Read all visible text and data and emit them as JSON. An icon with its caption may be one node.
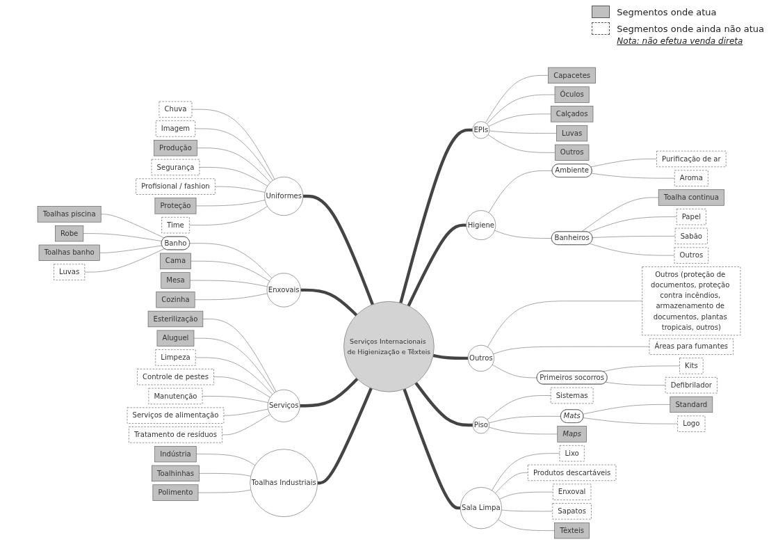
{
  "diagram": {
    "nodes": [
      {
        "text": [
          "Serviços Internacionais de Higienização e Têxteis"
        ]
      },
      {
        "text": [
          "Uniformes"
        ]
      },
      {
        "text": [
          "Enxovais"
        ]
      },
      {
        "text": [
          "EPIs"
        ]
      },
      {
        "text": [
          "Higiene"
        ]
      },
      {
        "text": [
          "Outros"
        ]
      },
      {
        "text": [
          "Piso"
        ]
      },
      {
        "text": [
          "Sala Limpa"
        ]
      },
      {
        "text": [
          "Serviços"
        ]
      },
      {
        "text": [
          "Toalhas Industriais"
        ]
      },
      {
        "text": [
          "Chuva"
        ]
      },
      {
        "text": [
          "Imagem"
        ]
      },
      {
        "text": [
          "Produção"
        ]
      },
      {
        "text": [
          "Segurança"
        ]
      },
      {
        "text": [
          "Profisional / fashion"
        ]
      },
      {
        "text": [
          "Proteção"
        ]
      },
      {
        "text": [
          "Time"
        ]
      },
      {
        "text": [
          "Banho"
        ]
      },
      {
        "text": [
          "Toalhas piscina"
        ]
      },
      {
        "text": [
          "Robe"
        ]
      },
      {
        "text": [
          "Toalhas banho"
        ]
      },
      {
        "text": [
          "Luvas"
        ]
      },
      {
        "text": [
          "Cama"
        ]
      },
      {
        "text": [
          "Mesa"
        ]
      },
      {
        "text": [
          "Cozinha"
        ]
      },
      {
        "text": [
          "Capacetes"
        ]
      },
      {
        "text": [
          "Óculos"
        ]
      },
      {
        "text": [
          "Calçados"
        ]
      },
      {
        "text": [
          "Luvas"
        ]
      },
      {
        "text": [
          "Outros"
        ]
      },
      {
        "text": [
          "Ambiente"
        ]
      },
      {
        "text": [
          "Purificação de ar"
        ]
      },
      {
        "text": [
          "Aroma"
        ]
      },
      {
        "text": [
          "Banheiros"
        ]
      },
      {
        "text": [
          "Toalha continua"
        ]
      },
      {
        "text": [
          "Papel"
        ]
      },
      {
        "text": [
          "Sabão"
        ]
      },
      {
        "text": [
          "Outros"
        ]
      },
      {
        "text": [
          "Primeiros socorros"
        ]
      },
      {
        "text": [
          "Kits"
        ]
      },
      {
        "text": [
          "Defibrilador"
        ]
      },
      {
        "text": [
          "Áreas para fumantes"
        ]
      },
      {
        "text": [
          "Outros (proteção de documentos, proteção contra incêndios, armazenamento de documentos, plantas tropicais, outros)"
        ]
      },
      {
        "text": [
          "Sistemas"
        ]
      },
      {
        "text": [
          "Mats"
        ]
      },
      {
        "text": [
          "Maps"
        ]
      },
      {
        "text": [
          "Standard"
        ]
      },
      {
        "text": [
          "Logo"
        ]
      },
      {
        "text": [
          "Lixo"
        ]
      },
      {
        "text": [
          "Produtos descartáveis"
        ]
      },
      {
        "text": [
          "Enxoval"
        ]
      },
      {
        "text": [
          "Sapatos"
        ]
      },
      {
        "text": [
          "Têxteis"
        ]
      },
      {
        "text": [
          "Esterilização"
        ]
      },
      {
        "text": [
          "Aluguel"
        ]
      },
      {
        "text": [
          "Limpeza"
        ]
      },
      {
        "text": [
          "Controle de pestes"
        ]
      },
      {
        "text": [
          "Manutenção"
        ]
      },
      {
        "text": [
          "Serviços de alimentação"
        ]
      },
      {
        "text": [
          "Tratamento de resíduos"
        ]
      },
      {
        "text": [
          "Indústria"
        ]
      },
      {
        "text": [
          "Toalhinhas"
        ]
      },
      {
        "text": [
          "Polimento"
        ]
      }
    ],
    "edges": [
      {
        "from": 1,
        "to": 0,
        "arrow": "none",
        "style": "thick"
      },
      {
        "from": 2,
        "to": 0,
        "arrow": "none",
        "style": "thick"
      },
      {
        "from": 9,
        "to": 0,
        "arrow": "none",
        "style": "thick"
      },
      {
        "from": 8,
        "to": 0,
        "arrow": "none",
        "style": "thick"
      },
      {
        "from": 0,
        "to": 3,
        "arrow": "none",
        "style": "thick"
      },
      {
        "from": 0,
        "to": 4,
        "arrow": "none",
        "style": "thick"
      },
      {
        "from": 0,
        "to": 5,
        "arrow": "none",
        "style": "thick"
      },
      {
        "from": 0,
        "to": 6,
        "arrow": "none",
        "style": "thick"
      },
      {
        "from": 0,
        "to": 7,
        "arrow": "none",
        "style": "thick"
      },
      {
        "from": 10,
        "to": 1,
        "arrow": "none"
      },
      {
        "from": 11,
        "to": 1,
        "arrow": "none"
      },
      {
        "from": 12,
        "to": 1,
        "arrow": "none"
      },
      {
        "from": 13,
        "to": 1,
        "arrow": "none"
      },
      {
        "from": 14,
        "to": 1,
        "arrow": "none"
      },
      {
        "from": 15,
        "to": 1,
        "arrow": "none"
      },
      {
        "from": 16,
        "to": 1,
        "arrow": "none"
      },
      {
        "from": 17,
        "to": 2,
        "arrow": "none"
      },
      {
        "from": 18,
        "to": 17,
        "arrow": "none"
      },
      {
        "from": 19,
        "to": 17,
        "arrow": "none"
      },
      {
        "from": 20,
        "to": 17,
        "arrow": "none"
      },
      {
        "from": 21,
        "to": 17,
        "arrow": "none"
      },
      {
        "from": 22,
        "to": 2,
        "arrow": "none"
      },
      {
        "from": 23,
        "to": 2,
        "arrow": "none"
      },
      {
        "from": 24,
        "to": 2,
        "arrow": "none"
      },
      {
        "from": 3,
        "to": 25,
        "arrow": "none"
      },
      {
        "from": 3,
        "to": 26,
        "arrow": "none"
      },
      {
        "from": 3,
        "to": 27,
        "arrow": "none"
      },
      {
        "from": 3,
        "to": 28,
        "arrow": "none"
      },
      {
        "from": 3,
        "to": 29,
        "arrow": "none"
      },
      {
        "from": 4,
        "to": 30,
        "arrow": "none"
      },
      {
        "from": 30,
        "to": 31,
        "arrow": "none"
      },
      {
        "from": 30,
        "to": 32,
        "arrow": "none"
      },
      {
        "from": 4,
        "to": 33,
        "arrow": "none"
      },
      {
        "from": 33,
        "to": 34,
        "arrow": "none"
      },
      {
        "from": 33,
        "to": 35,
        "arrow": "none"
      },
      {
        "from": 33,
        "to": 36,
        "arrow": "none"
      },
      {
        "from": 33,
        "to": 37,
        "arrow": "none"
      },
      {
        "from": 5,
        "to": 42,
        "arrow": "none"
      },
      {
        "from": 5,
        "to": 41,
        "arrow": "none"
      },
      {
        "from": 5,
        "to": 38,
        "arrow": "none"
      },
      {
        "from": 38,
        "to": 39,
        "arrow": "none"
      },
      {
        "from": 38,
        "to": 40,
        "arrow": "none"
      },
      {
        "from": 6,
        "to": 43,
        "arrow": "none"
      },
      {
        "from": 6,
        "to": 44,
        "arrow": "none"
      },
      {
        "from": 6,
        "to": 45,
        "arrow": "none"
      },
      {
        "from": 44,
        "to": 46,
        "arrow": "none"
      },
      {
        "from": 44,
        "to": 47,
        "arrow": "none"
      },
      {
        "from": 7,
        "to": 48,
        "arrow": "none"
      },
      {
        "from": 7,
        "to": 49,
        "arrow": "none"
      },
      {
        "from": 7,
        "to": 50,
        "arrow": "none"
      },
      {
        "from": 7,
        "to": 51,
        "arrow": "none"
      },
      {
        "from": 7,
        "to": 52,
        "arrow": "none"
      },
      {
        "from": 53,
        "to": 8,
        "arrow": "none"
      },
      {
        "from": 54,
        "to": 8,
        "arrow": "none"
      },
      {
        "from": 55,
        "to": 8,
        "arrow": "none"
      },
      {
        "from": 56,
        "to": 8,
        "arrow": "none"
      },
      {
        "from": 57,
        "to": 8,
        "arrow": "none"
      },
      {
        "from": 58,
        "to": 8,
        "arrow": "none"
      },
      {
        "from": 59,
        "to": 8,
        "arrow": "none"
      },
      {
        "from": 60,
        "to": 9,
        "arrow": "none"
      },
      {
        "from": 61,
        "to": 9,
        "arrow": "none"
      },
      {
        "from": 62,
        "to": 9,
        "arrow": "none"
      }
    ],
    "labels": [
      "Nota: não efetua venda direta"
    ],
    "legend": [
      {
        "text": "Segmentos onde atua",
        "color": "#c0c0c0"
      },
      {
        "text": "Segmentos onde ainda não atua"
      }
    ]
  }
}
